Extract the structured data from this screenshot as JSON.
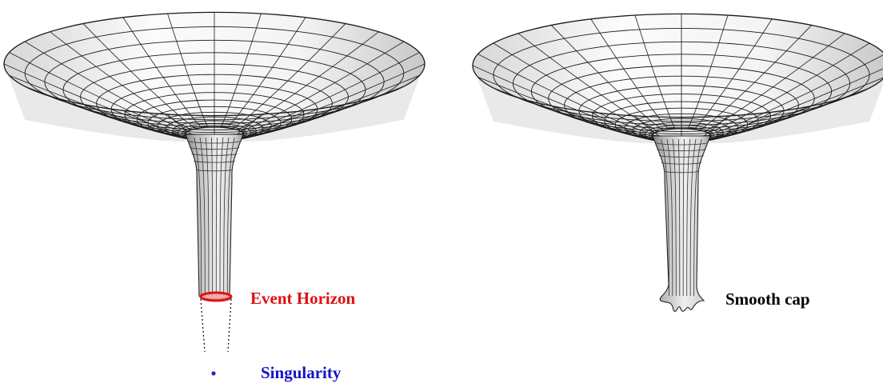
{
  "labels": {
    "event_horizon": "Event Horizon",
    "singularity": "Singularity",
    "smooth_cap": "Smooth cap"
  },
  "colors": {
    "event_horizon": "#e01010",
    "singularity": "#1414c8",
    "smooth_cap": "#000000",
    "grid_line": "#1a1a1a",
    "surface_light": "#ffffff",
    "surface_dark": "#8c8c8c"
  },
  "funnels": [
    {
      "name": "black-hole-funnel",
      "ending": "event-horizon-then-singularity"
    },
    {
      "name": "smooth-cap-funnel",
      "ending": "smooth-cap"
    }
  ]
}
